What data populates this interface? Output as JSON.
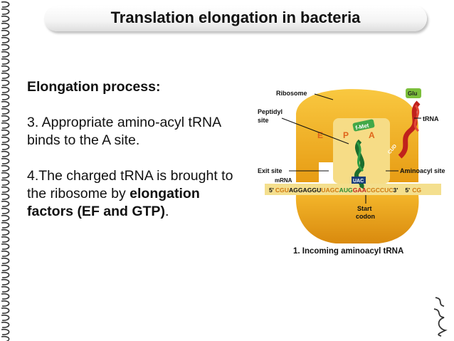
{
  "title": "Translation elongation in bacteria",
  "content": {
    "heading": "Elongation process:",
    "point3": "3. Appropriate amino-acyl tRNA binds to the A site.",
    "point4_pre": "4.The charged tRNA is brought to the ribosome by ",
    "point4_bold": "elongation factors (EF and GTP)",
    "point4_post": "."
  },
  "figure": {
    "ribosome": "Ribosome",
    "peptidyl_line1": "Peptidyl",
    "peptidyl_line2": "site",
    "exit_site": "Exit site",
    "aminoacyl_site": "Aminoacyl site",
    "trna": "tRNA",
    "glu": "Glu",
    "fmet": "f-Met",
    "cud": "CUD",
    "uac": "UAC",
    "site_e": "E",
    "site_p": "P",
    "site_a": "A",
    "mrna": "mRNA",
    "prime5": "5'",
    "seq_a": "CGU",
    "seq_b": "AGGAGGU",
    "seq_c": "UAGC",
    "seq_d": "AUG",
    "seq_e": "GAA",
    "seq_f": "CGCCUC",
    "prime3": "3'",
    "next_5": "5'",
    "next_seq": "CG",
    "start_line1": "Start",
    "start_line2": "codon",
    "caption": "1. Incoming aminoacyl tRNA"
  }
}
